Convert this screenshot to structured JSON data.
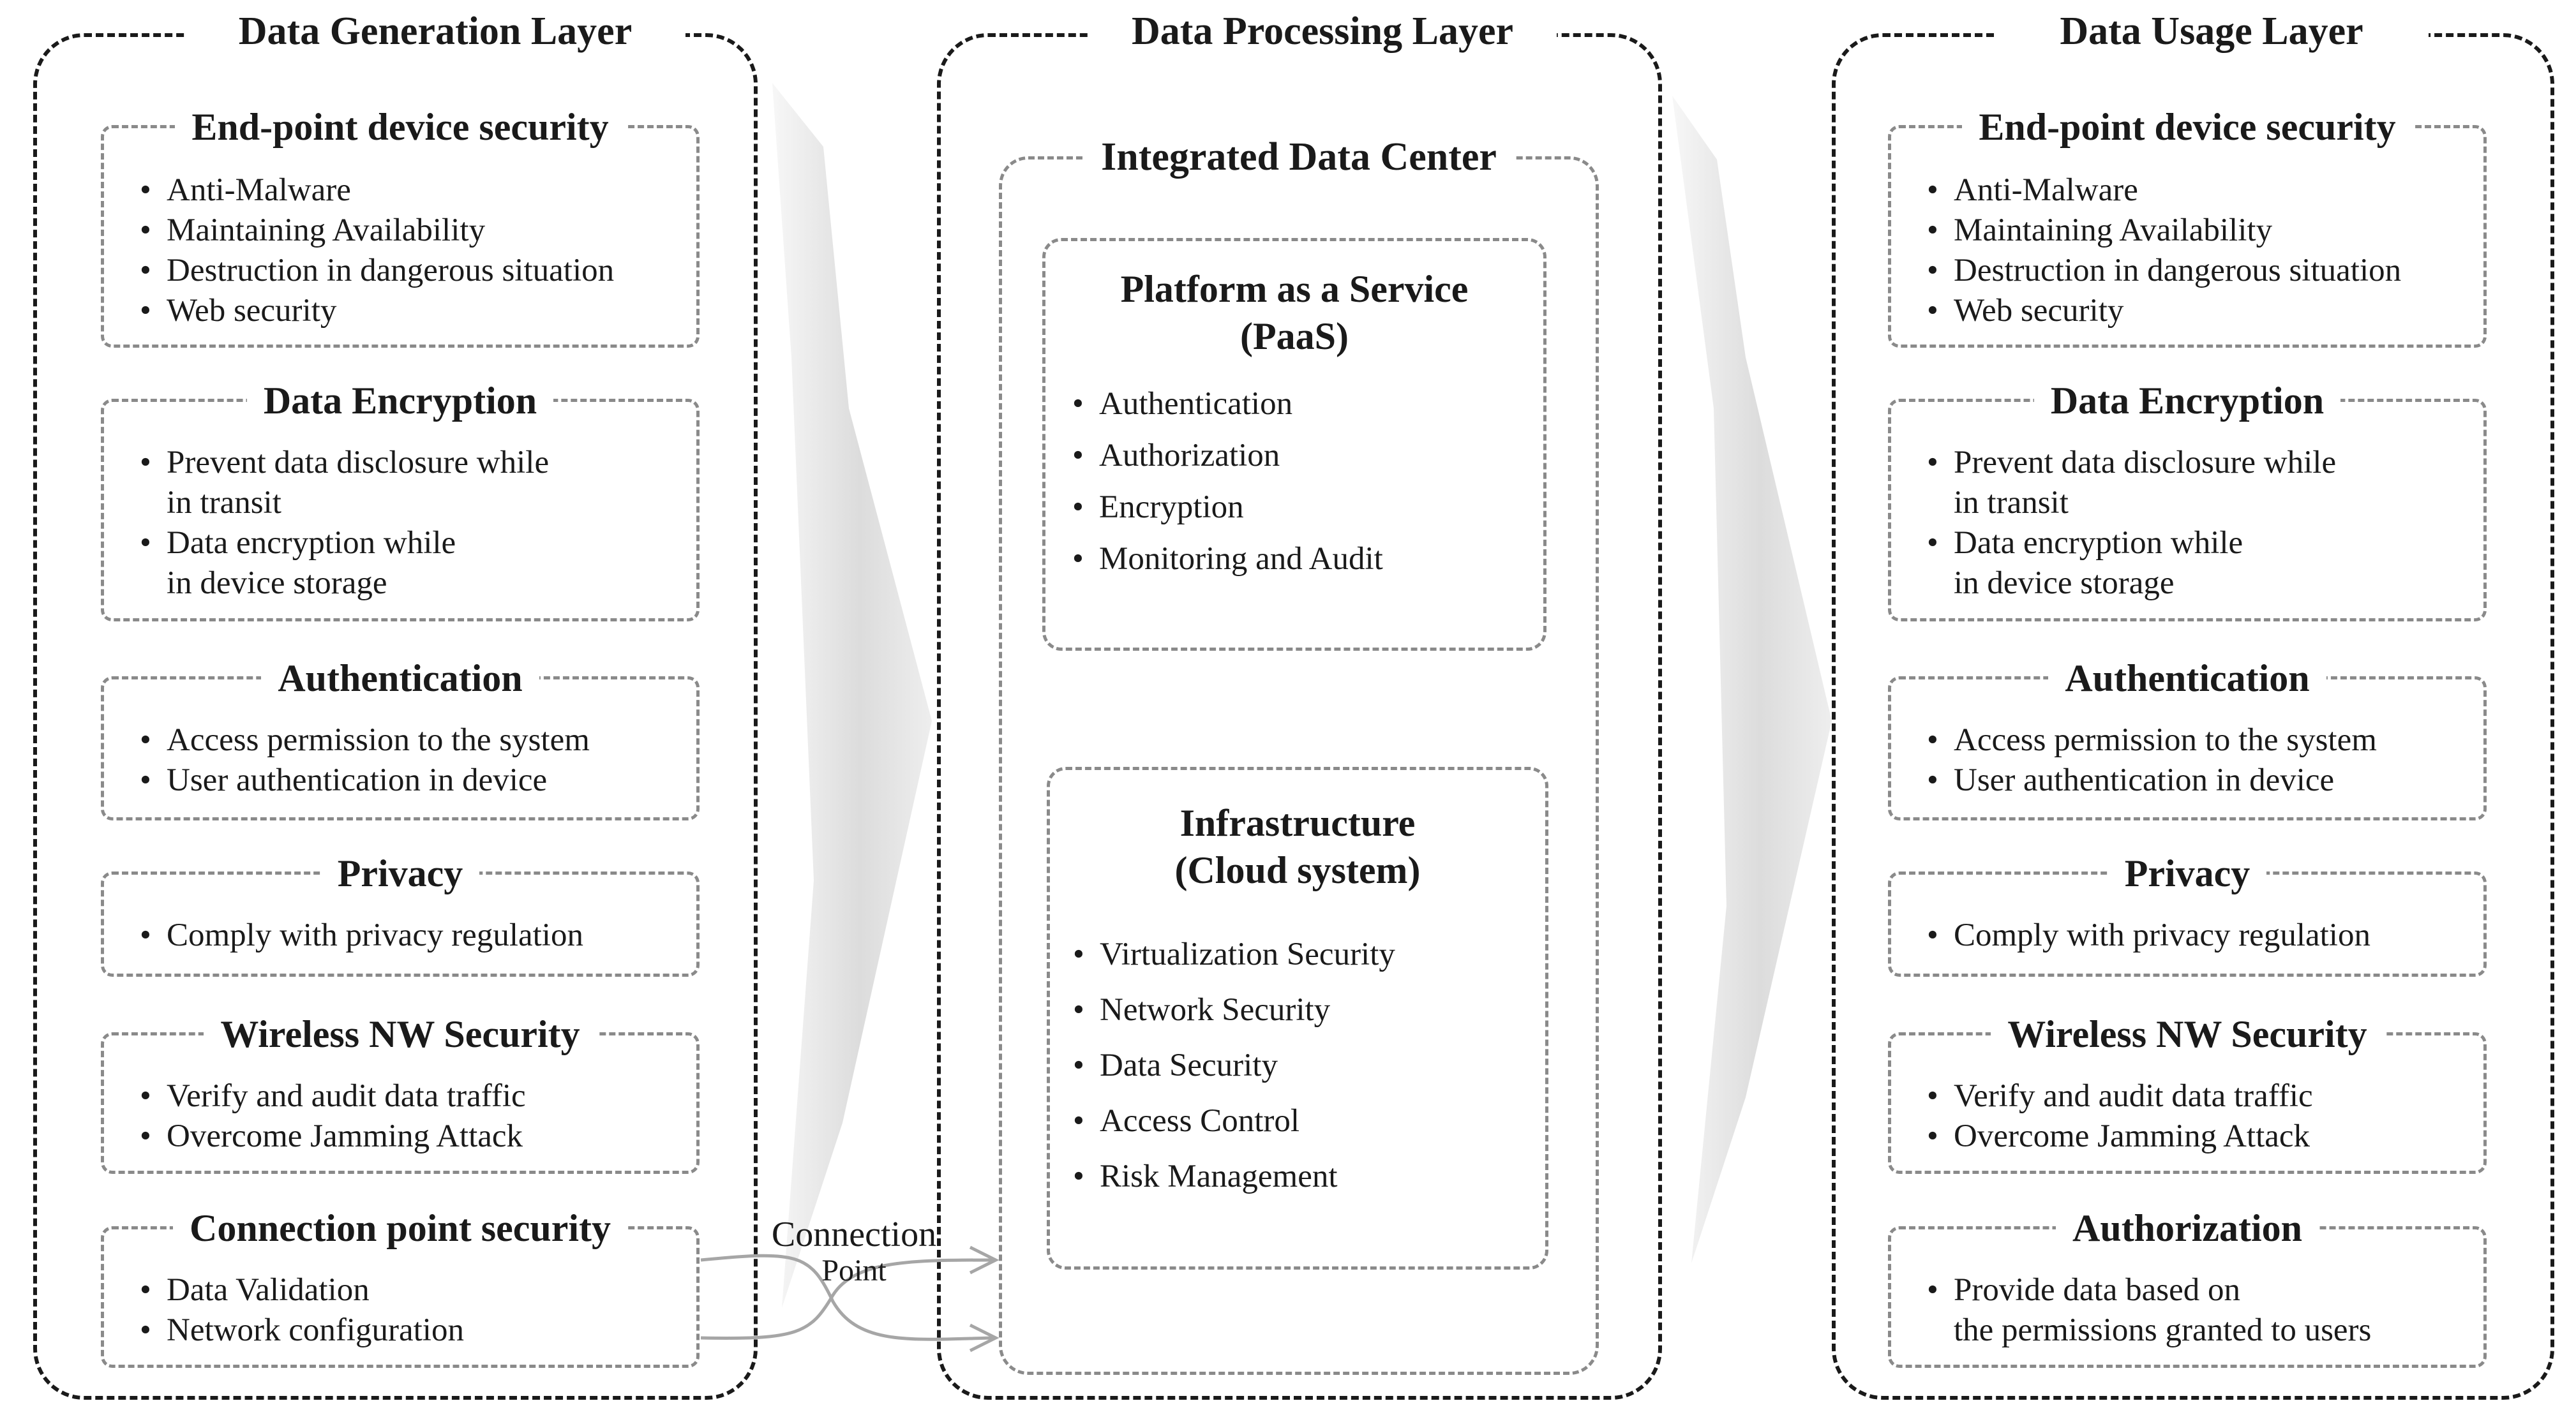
{
  "layers": {
    "generation": {
      "title": "Data Generation Layer",
      "boxes": [
        {
          "title": "End-point device security",
          "items": [
            "Anti-Malware",
            "Maintaining Availability",
            "Destruction in dangerous situation",
            "Web security"
          ]
        },
        {
          "title": "Data Encryption",
          "items": [
            "Prevent data disclosure while\nin transit",
            "Data encryption while\nin device storage"
          ]
        },
        {
          "title": "Authentication",
          "items": [
            "Access permission to the system",
            "User authentication in device"
          ]
        },
        {
          "title": "Privacy",
          "items": [
            "Comply with privacy regulation"
          ]
        },
        {
          "title": "Wireless NW Security",
          "items": [
            "Verify and audit data traffic",
            "Overcome Jamming Attack"
          ]
        },
        {
          "title": "Connection point security",
          "items": [
            "Data Validation",
            "Network configuration"
          ]
        }
      ]
    },
    "processing": {
      "title": "Data Processing Layer",
      "data_center": {
        "title": "Integrated Data Center",
        "paas": {
          "title": "Platform as a Service\n(PaaS)",
          "items": [
            "Authentication",
            "Authorization",
            "Encryption",
            "Monitoring and Audit"
          ]
        },
        "infrastructure": {
          "title": "Infrastructure\n(Cloud system)",
          "items": [
            "Virtualization Security",
            "Network Security",
            "Data Security",
            "Access Control",
            "Risk Management"
          ]
        }
      }
    },
    "usage": {
      "title": "Data Usage Layer",
      "boxes": [
        {
          "title": "End-point device security",
          "items": [
            "Anti-Malware",
            "Maintaining Availability",
            "Destruction in dangerous situation",
            "Web security"
          ]
        },
        {
          "title": "Data Encryption",
          "items": [
            "Prevent data disclosure while\nin transit",
            "Data encryption while\nin device storage"
          ]
        },
        {
          "title": "Authentication",
          "items": [
            "Access permission to the system",
            "User authentication in device"
          ]
        },
        {
          "title": "Privacy",
          "items": [
            "Comply with privacy regulation"
          ]
        },
        {
          "title": "Wireless NW Security",
          "items": [
            "Verify and audit data traffic",
            "Overcome Jamming Attack"
          ]
        },
        {
          "title": "Authorization",
          "items": [
            "Provide data based on\nthe permissions granted to users"
          ]
        }
      ]
    }
  },
  "connection_label": {
    "line1": "Connection",
    "line2": "Point"
  },
  "colors": {
    "outer_border": "#1a1a1a",
    "inner_border": "#8a8a8a",
    "arrow_fill": "#e6e6e6",
    "connector": "#a6a6a6"
  }
}
